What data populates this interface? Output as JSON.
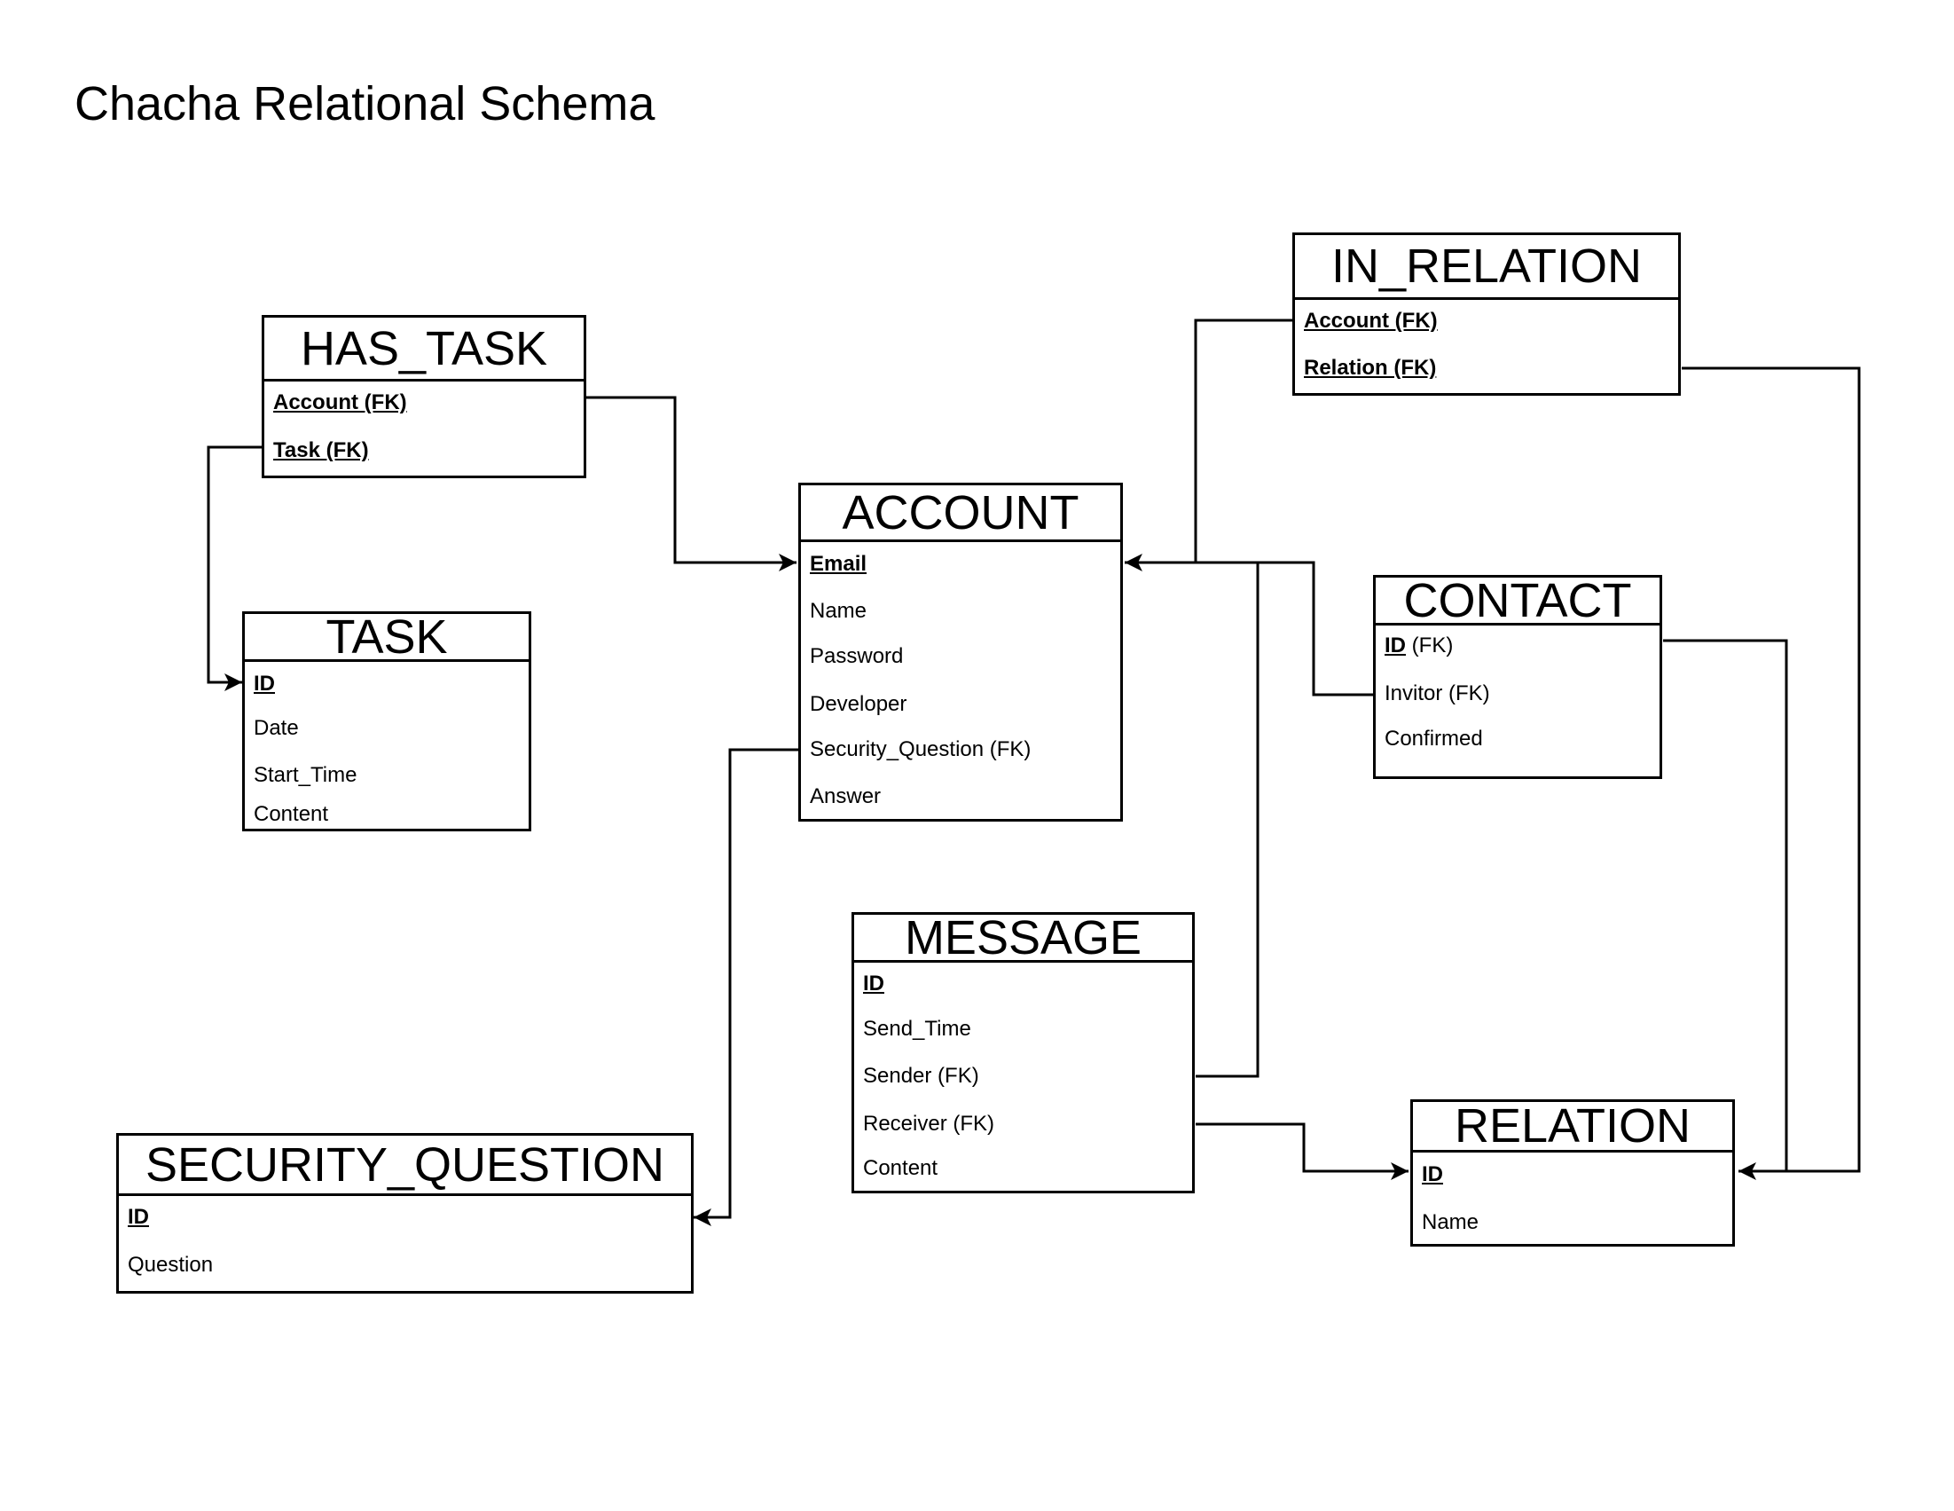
{
  "title": "Chacha Relational Schema",
  "entities": {
    "has_task": {
      "name": "HAS_TASK",
      "attrs": [
        {
          "key": "Account (FK)",
          "rest": ""
        },
        {
          "key": "Task (FK)",
          "rest": ""
        }
      ]
    },
    "task": {
      "name": "TASK",
      "attrs": [
        {
          "key": "ID",
          "rest": ""
        },
        {
          "key": "",
          "rest": "Date"
        },
        {
          "key": "",
          "rest": "Start_Time"
        },
        {
          "key": "",
          "rest": "Content"
        }
      ]
    },
    "account": {
      "name": "ACCOUNT",
      "attrs": [
        {
          "key": "Email",
          "rest": ""
        },
        {
          "key": "",
          "rest": "Name"
        },
        {
          "key": "",
          "rest": "Password"
        },
        {
          "key": "",
          "rest": "Developer"
        },
        {
          "key": "",
          "rest": "Security_Question (FK)"
        },
        {
          "key": "",
          "rest": "Answer"
        }
      ]
    },
    "in_relation": {
      "name": "IN_RELATION",
      "attrs": [
        {
          "key": "Account (FK)",
          "rest": ""
        },
        {
          "key": "Relation (FK)",
          "rest": ""
        }
      ]
    },
    "contact": {
      "name": "CONTACT",
      "attrs": [
        {
          "key": "ID",
          "rest": " (FK)"
        },
        {
          "key": "",
          "rest": "Invitor (FK)"
        },
        {
          "key": "",
          "rest": "Confirmed"
        }
      ]
    },
    "message": {
      "name": "MESSAGE",
      "attrs": [
        {
          "key": "ID",
          "rest": ""
        },
        {
          "key": "",
          "rest": "Send_Time"
        },
        {
          "key": "",
          "rest": "Sender (FK)"
        },
        {
          "key": "",
          "rest": "Receiver (FK)"
        },
        {
          "key": "",
          "rest": "Content"
        }
      ]
    },
    "security_question": {
      "name": "SECURITY_QUESTION",
      "attrs": [
        {
          "key": "ID",
          "rest": ""
        },
        {
          "key": "",
          "rest": "Question"
        }
      ]
    },
    "relation": {
      "name": "RELATION",
      "attrs": [
        {
          "key": "ID",
          "rest": ""
        },
        {
          "key": "",
          "rest": "Name"
        }
      ]
    }
  }
}
